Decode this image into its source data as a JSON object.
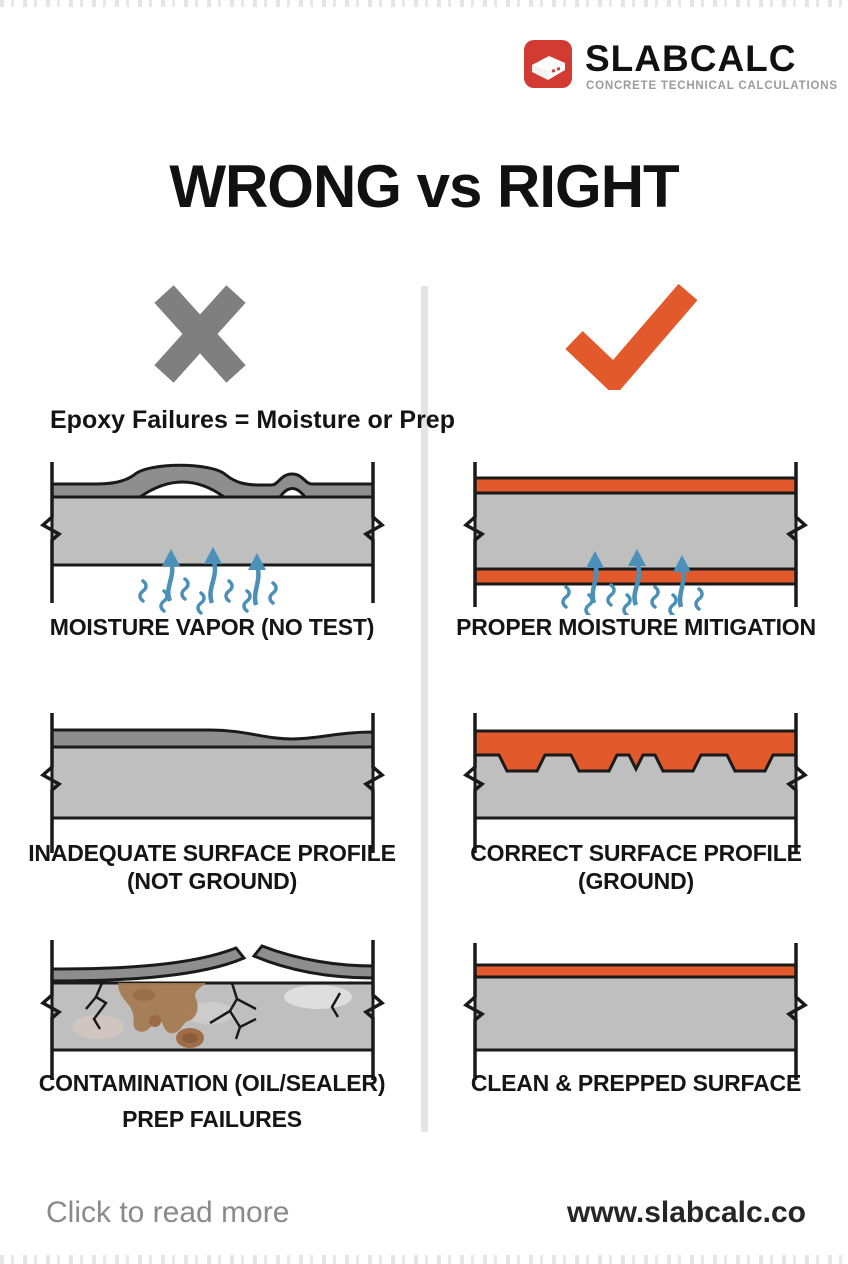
{
  "header": {
    "brand": "SLABCALC",
    "tagline": "CONCRETE TECHNICAL CALCULATIONS"
  },
  "title": "WRONG vs RIGHT",
  "wrong_column": {
    "mark": "x-mark",
    "heading": "Epoxy Failures = Moisture or Prep",
    "items": [
      {
        "diagram": "blistered-epoxy-moisture-vapor",
        "label": "MOISTURE VAPOR (NO TEST)"
      },
      {
        "diagram": "thin-coating-smooth-slab",
        "label": "INADEQUATE SURFACE PROFILE",
        "sublabel": "(NOT GROUND)"
      },
      {
        "diagram": "contaminated-cracked-slab-peeling-coating",
        "label": "CONTAMINATION (OIL/SEALER)",
        "sublabel": "PREP FAILURES"
      }
    ]
  },
  "right_column": {
    "mark": "check-mark",
    "items": [
      {
        "diagram": "slab-with-top-and-bottom-mitigation-layers",
        "label": "PROPER MOISTURE MITIGATION"
      },
      {
        "diagram": "slab-with-keyed-ground-profile-coating",
        "label": "CORRECT SURFACE PROFILE",
        "sublabel": "(GROUND)"
      },
      {
        "diagram": "slab-with-clean-thin-coating",
        "label": "CLEAN & PREPPED SURFACE"
      }
    ]
  },
  "footer": {
    "read_more": "Click to read more",
    "website": "www.slabcalc.co"
  },
  "colors": {
    "accent_orange": "#E2592B",
    "logo_red": "#D23B31",
    "x_gray": "#7F7F7F",
    "slab_gray": "#BFBFBF",
    "coating_gray": "#8E8E8E",
    "vapor_blue": "#4A90B8",
    "divider_gray": "#E4E4E4"
  }
}
